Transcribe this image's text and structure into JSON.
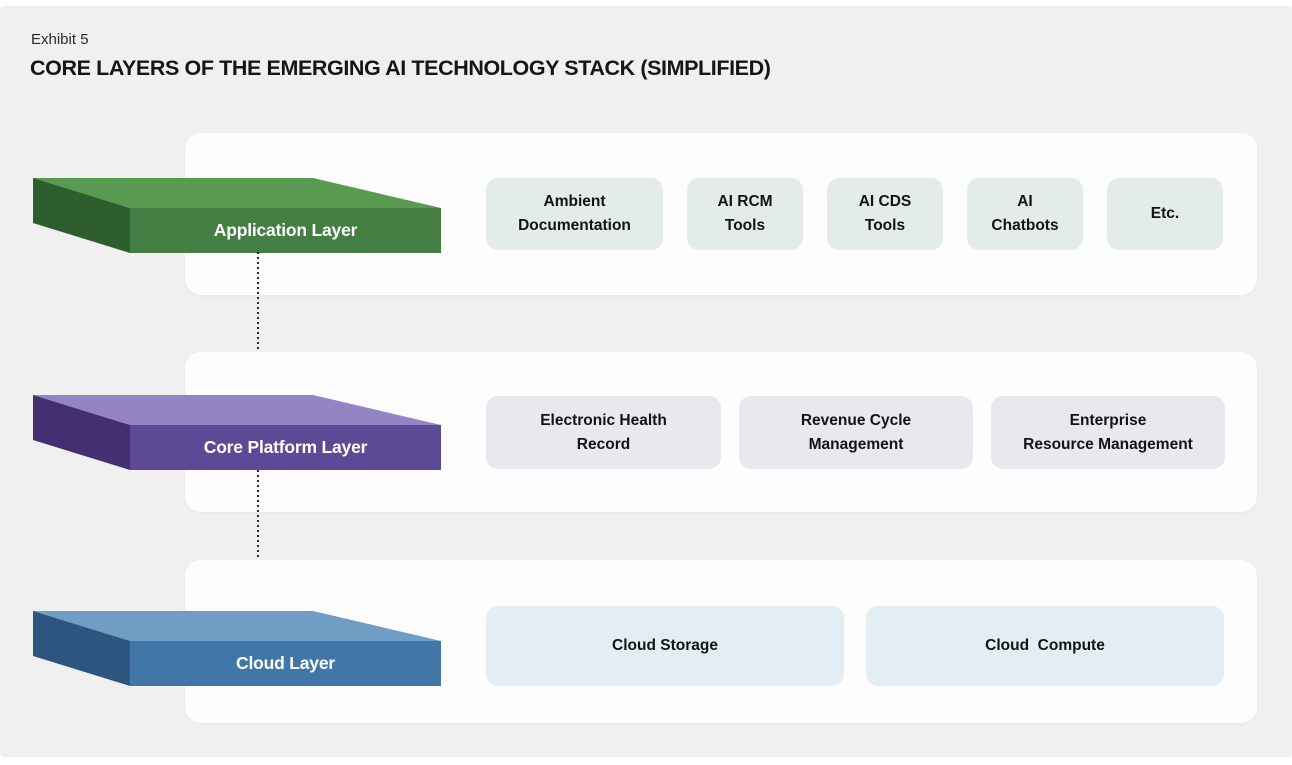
{
  "exhibit_label": "Exhibit 5",
  "title": "CORE LAYERS OF THE EMERGING AI TECHNOLOGY STACK (SIMPLIFIED)",
  "colors": {
    "page_background": "#ffffff",
    "canvas_background": "#f0f0f1",
    "panel_background": "#fdfdfd",
    "title_text": "#161616",
    "chip_text": "#131313",
    "connector_dots": "#2b2b2b"
  },
  "layers": [
    {
      "id": "application",
      "label": "Application Layer",
      "slab_colors": {
        "top": "#579a50",
        "front": "#447e42",
        "side": "#2e5e2e"
      },
      "chip_background": "#e3ece6",
      "chips": [
        "Ambient\nDocumentation",
        "AI RCM\nTools",
        "AI CDS\nTools",
        "AI\nChatbots",
        "Etc."
      ]
    },
    {
      "id": "core-platform",
      "label": "Core Platform Layer",
      "slab_colors": {
        "top": "#9584c5",
        "front": "#5d4a96",
        "side": "#443070"
      },
      "chip_background": "#e9e8ef",
      "chips": [
        "Electronic Health\nRecord",
        "Revenue Cycle\nManagement",
        "Enterprise\nResource Management"
      ]
    },
    {
      "id": "cloud",
      "label": "Cloud Layer",
      "slab_colors": {
        "top": "#6f9dc4",
        "front": "#4077a8",
        "side": "#2e5480"
      },
      "chip_background": "#e3edf4",
      "chips": [
        "Cloud Storage",
        "Cloud  Compute"
      ]
    }
  ]
}
